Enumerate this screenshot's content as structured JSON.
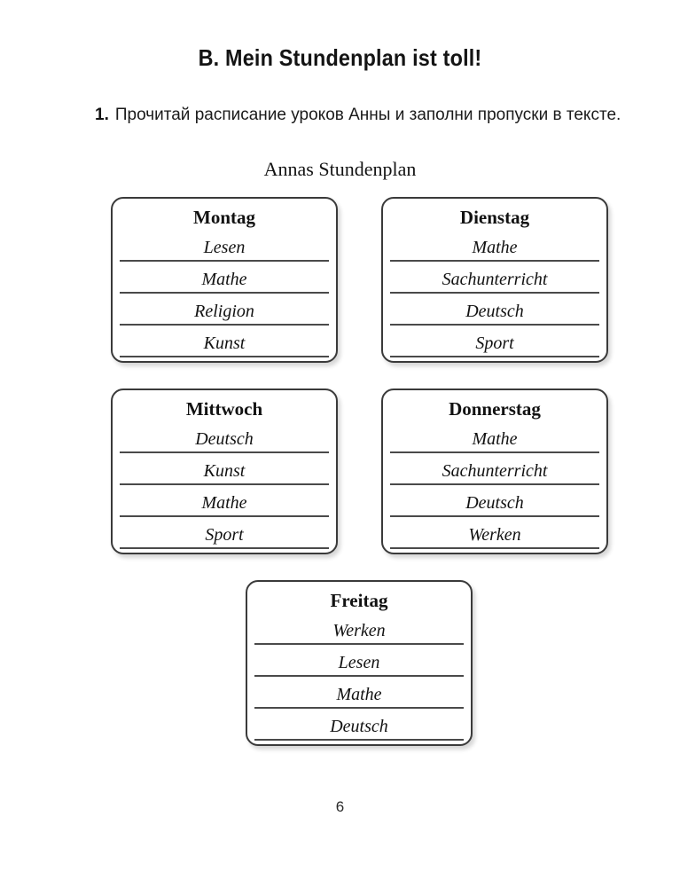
{
  "page": {
    "section_title": "B. Mein Stundenplan ist toll!",
    "page_number": "6"
  },
  "task": {
    "number": "1.",
    "text": "Прочитай расписание уроков Анны и заполни пропуски в тексте."
  },
  "schedule": {
    "heading": "Annas Stundenplan",
    "days": [
      {
        "name": "Montag",
        "lessons": [
          "Lesen",
          "Mathe",
          "Religion",
          "Kunst"
        ]
      },
      {
        "name": "Dienstag",
        "lessons": [
          "Mathe",
          "Sachunterricht",
          "Deutsch",
          "Sport"
        ]
      },
      {
        "name": "Mittwoch",
        "lessons": [
          "Deutsch",
          "Kunst",
          "Mathe",
          "Sport"
        ]
      },
      {
        "name": "Donnerstag",
        "lessons": [
          "Mathe",
          "Sachunterricht",
          "Deutsch",
          "Werken"
        ]
      },
      {
        "name": "Freitag",
        "lessons": [
          "Werken",
          "Lesen",
          "Mathe",
          "Deutsch"
        ]
      }
    ]
  },
  "colors": {
    "ink": "#141414",
    "rule": "#4a4a4a",
    "card_border": "#3a3a3a",
    "background": "#ffffff"
  }
}
